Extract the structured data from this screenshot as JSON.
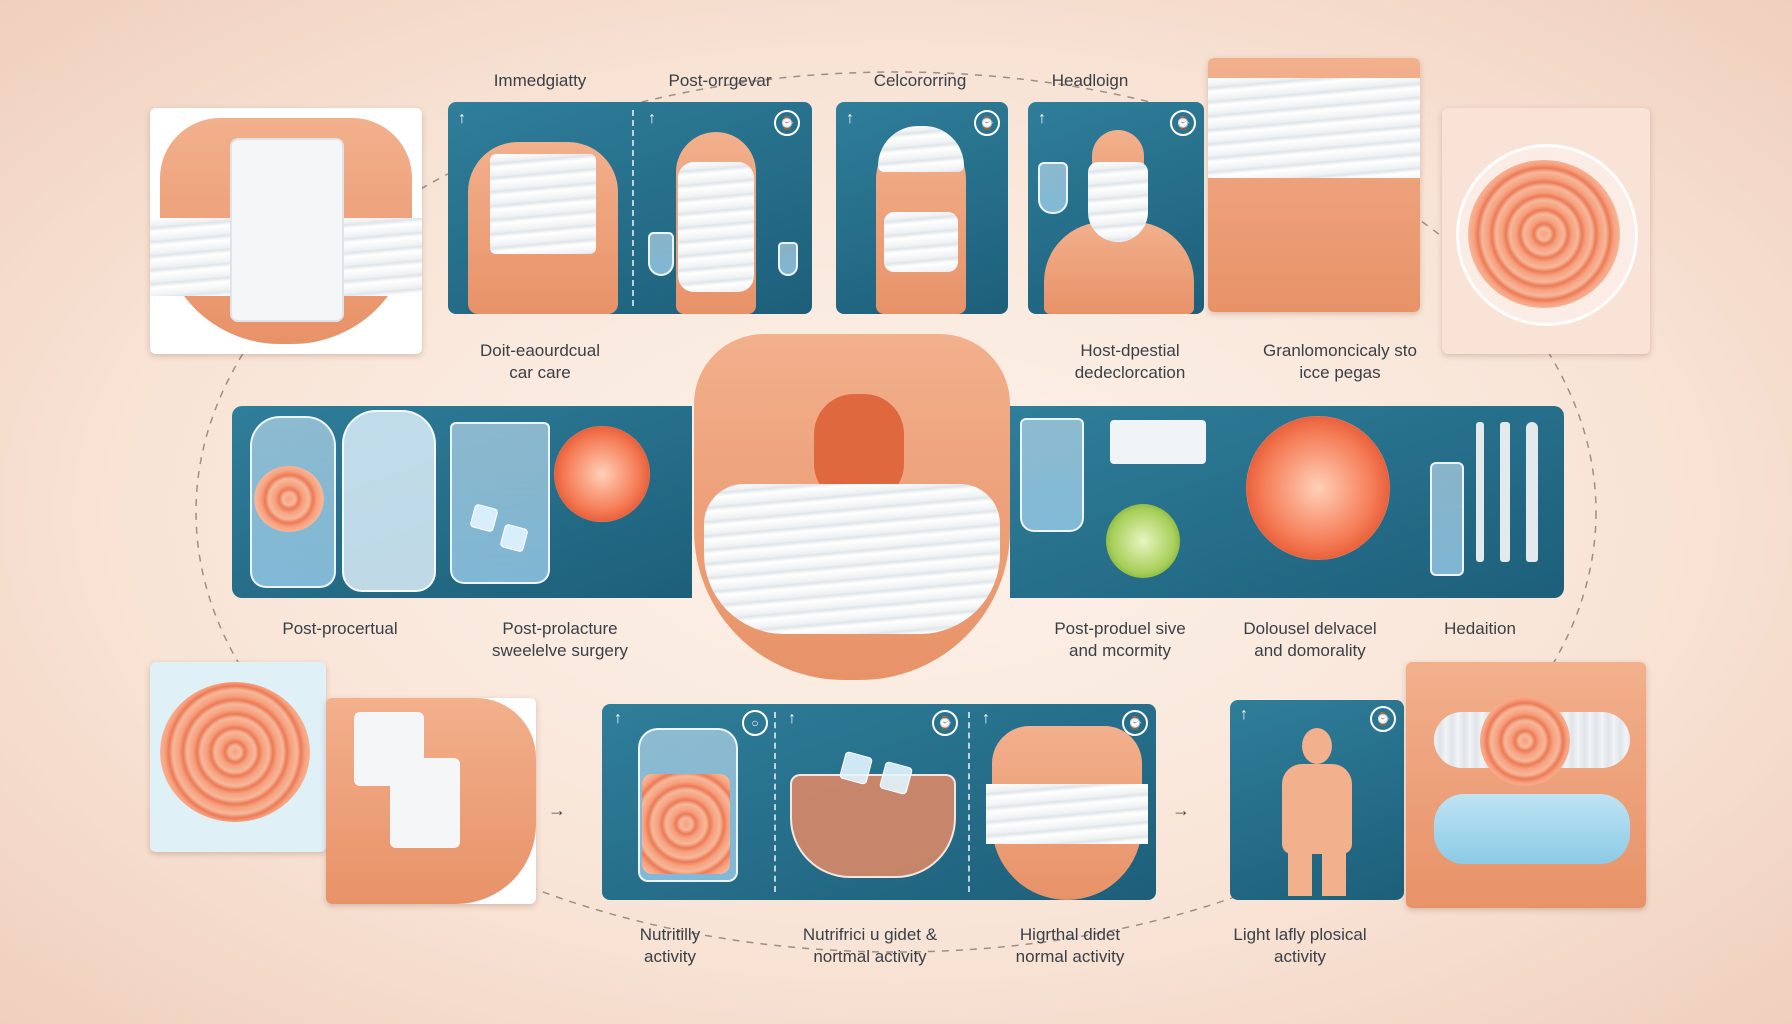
{
  "top_labels": [
    "Immedgiatty",
    "Post-orrgevar",
    "Celcororring",
    "Headloign"
  ],
  "mid_labels": {
    "left": [
      "Doit-eaourdcual",
      "car care"
    ],
    "right1": [
      "Host-dpestial",
      "dedeclorcation"
    ],
    "right2": [
      "Granlomoncicaly sto",
      "icce pegas"
    ]
  },
  "band_labels": {
    "a": [
      "Post-procertual"
    ],
    "b": [
      "Post-prolacture",
      "sweelelve surgery"
    ],
    "c": [
      "Post-produel sive",
      "and mcormity"
    ],
    "d": [
      "Dolousel delvacel",
      "and domorality"
    ],
    "e": [
      "Hedaition"
    ]
  },
  "bottom_labels": {
    "a": [
      "Nutritilly",
      "activity"
    ],
    "b": [
      "Nutrifrici u gidet &",
      "nortmal activity"
    ],
    "c": [
      "Higrthal didet",
      "normal activity"
    ],
    "d": [
      "Light lafly plosical",
      "activity"
    ]
  },
  "icons": [
    "arrow-up-icon",
    "clock-icon"
  ],
  "colors": {
    "panel": "#1d5f7a",
    "skin": "#e89268",
    "bandage": "#ffffff",
    "background": "#f8e4d6"
  }
}
